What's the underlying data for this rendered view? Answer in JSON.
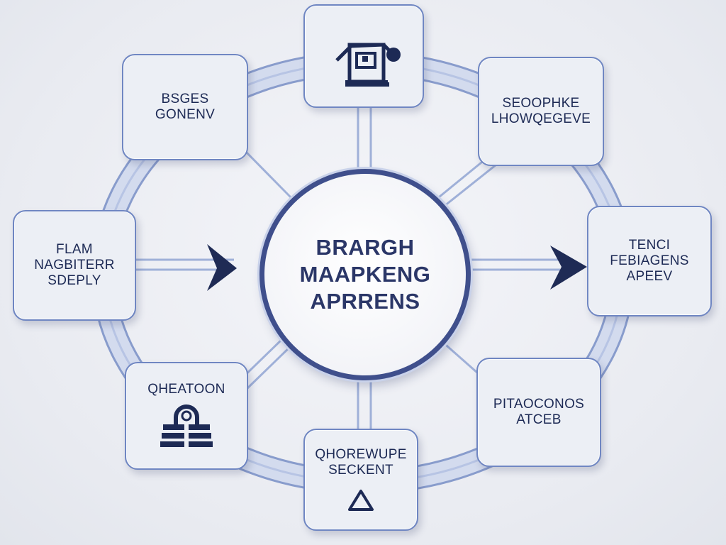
{
  "hub": {
    "lines": [
      "BRARGH",
      "MAAPKENG",
      "APRRENS"
    ]
  },
  "nodes": {
    "top": {
      "icon": "machine-icon"
    },
    "top_left": {
      "lines": [
        "BSGES",
        "GONENV"
      ]
    },
    "top_right": {
      "lines": [
        "SEOOPHKE",
        "LHOWQEGEVE"
      ]
    },
    "left": {
      "lines": [
        "FLAM",
        "NAGBITERR",
        "SDEPLY"
      ]
    },
    "right": {
      "lines": [
        "TENCI",
        "FEBIAGENS",
        "APEEV"
      ]
    },
    "bottom_left": {
      "lines": [
        "QHEATOON"
      ],
      "icon": "padlock-icon"
    },
    "bottom": {
      "lines": [
        "QHOREWUPE",
        "SECKENT"
      ],
      "icon": "triangle-icon"
    },
    "bottom_right": {
      "lines": [
        "PITAOCONOS",
        "ATCEB"
      ]
    }
  },
  "colors": {
    "ring": "#c8d3ea",
    "ring_edge": "#7d92c8",
    "node_border": "#6f86c2",
    "text": "#1d2a55",
    "arrow": "#1f2b55"
  }
}
